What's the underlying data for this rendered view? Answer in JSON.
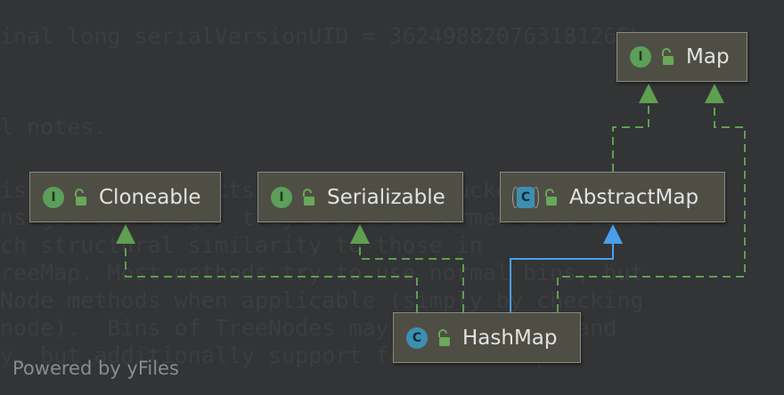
{
  "diagram": {
    "nodes": [
      {
        "id": "map",
        "label": "Map",
        "kind": "I",
        "icon": "interface-icon"
      },
      {
        "id": "cloneable",
        "label": "Cloneable",
        "kind": "I",
        "icon": "interface-icon"
      },
      {
        "id": "serializable",
        "label": "Serializable",
        "kind": "I",
        "icon": "interface-icon"
      },
      {
        "id": "abstractmap",
        "label": "AbstractMap",
        "kind": "C",
        "icon": "abstract-class-icon"
      },
      {
        "id": "hashmap",
        "label": "HashMap",
        "kind": "C",
        "icon": "class-icon"
      }
    ],
    "edges": [
      {
        "from": "hashmap",
        "to": "cloneable",
        "type": "implements",
        "style": "dashed-green"
      },
      {
        "from": "hashmap",
        "to": "serializable",
        "type": "implements",
        "style": "dashed-green"
      },
      {
        "from": "hashmap",
        "to": "abstractmap",
        "type": "extends",
        "style": "solid-blue"
      },
      {
        "from": "hashmap",
        "to": "map",
        "type": "implements",
        "style": "dashed-green"
      },
      {
        "from": "abstractmap",
        "to": "map",
        "type": "implements",
        "style": "dashed-green"
      }
    ],
    "colors": {
      "implements": "#5f9f4f",
      "extends": "#4a9eeb",
      "node_bg": "#4f4e45",
      "background": "#323436"
    }
  },
  "footer": {
    "text": "Powered by yFiles"
  }
}
